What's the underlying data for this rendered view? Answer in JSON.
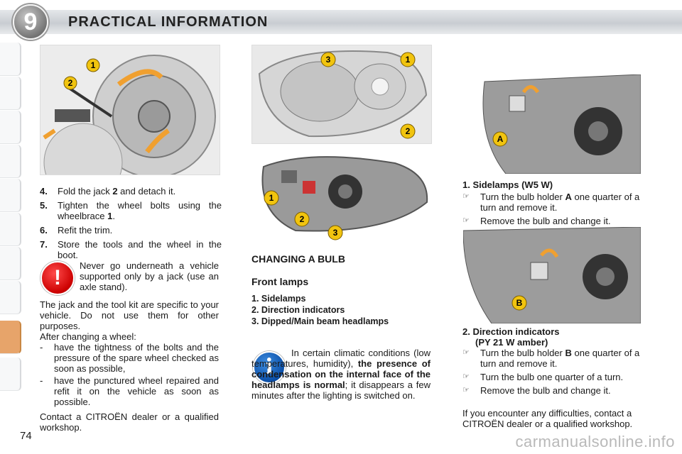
{
  "header": {
    "chapter_number": "9",
    "title": "PRACTICAL INFORMATION"
  },
  "page_number": "74",
  "steps": [
    {
      "num": "4.",
      "text_before": "Fold the jack ",
      "bold": "2",
      "text_after": " and detach it."
    },
    {
      "num": "5.",
      "text_before": "Tighten the wheel bolts using the wheelbrace ",
      "bold": "1",
      "text_after": "."
    },
    {
      "num": "6.",
      "text_before": "Refit the trim.",
      "bold": "",
      "text_after": ""
    },
    {
      "num": "7.",
      "text_before": "Store the tools and the wheel in the boot.",
      "bold": "",
      "text_after": ""
    }
  ],
  "warning": {
    "text": "Never go underneath a vehicle supported only by a jack (use an axle stand)."
  },
  "jack_paragraph": "The jack and the tool kit are specific to your vehicle. Do not use them for other purposes.",
  "after_changing": {
    "intro": "After changing a wheel:",
    "items": [
      "have the tightness of the bolts and the pressure of the spare wheel checked as soon as possible,",
      "have the punctured wheel repaired and refit it on the vehicle as soon as possible."
    ],
    "dash": "-"
  },
  "contact_left": "Contact a CITROËN dealer or a qualified workshop.",
  "changing_bulb": {
    "heading": "CHANGING A BULB",
    "subheading": "Front lamps",
    "list": [
      "1.  Sidelamps",
      "2.  Direction indicators",
      "3.  Dipped/Main beam headlamps"
    ]
  },
  "info_box": {
    "text_before": "In certain climatic conditions (low temperatures, humidity), ",
    "bold": "the presence of condensation on the internal face of the headlamps is normal",
    "text_after": "; it disappears a few minutes after the lighting is switched on."
  },
  "sidelamps": {
    "heading": "1. Sidelamps (W5 W)",
    "items": [
      {
        "before": "Turn the bulb holder ",
        "bold": "A",
        "after": " one quarter of a turn and remove it."
      },
      {
        "before": "Remove the bulb and change it.",
        "bold": "",
        "after": ""
      }
    ]
  },
  "indicators": {
    "heading_line1": "2. Direction indicators",
    "heading_line2": "(PY 21 W amber)",
    "items": [
      {
        "before": "Turn the bulb holder ",
        "bold": "B",
        "after": " one quarter of a turn and remove it."
      },
      {
        "before": "Turn the bulb one quarter of a turn.",
        "bold": "",
        "after": ""
      },
      {
        "before": "Remove the bulb and change it.",
        "bold": "",
        "after": ""
      }
    ]
  },
  "contact_right": "If you encounter any difficulties, contact a CITROËN dealer or a qualified workshop.",
  "bullet_glyph": "☞",
  "image_labels": {
    "wheel": [
      "1",
      "2"
    ],
    "headlamp_front": [
      "3",
      "1",
      "2"
    ],
    "headlamp_rear": [
      "1",
      "2",
      "3"
    ],
    "holder_a": "A",
    "holder_b": "B"
  },
  "icons": {
    "warning": "!",
    "info": "i"
  },
  "watermark": "carmanualsonline.info"
}
